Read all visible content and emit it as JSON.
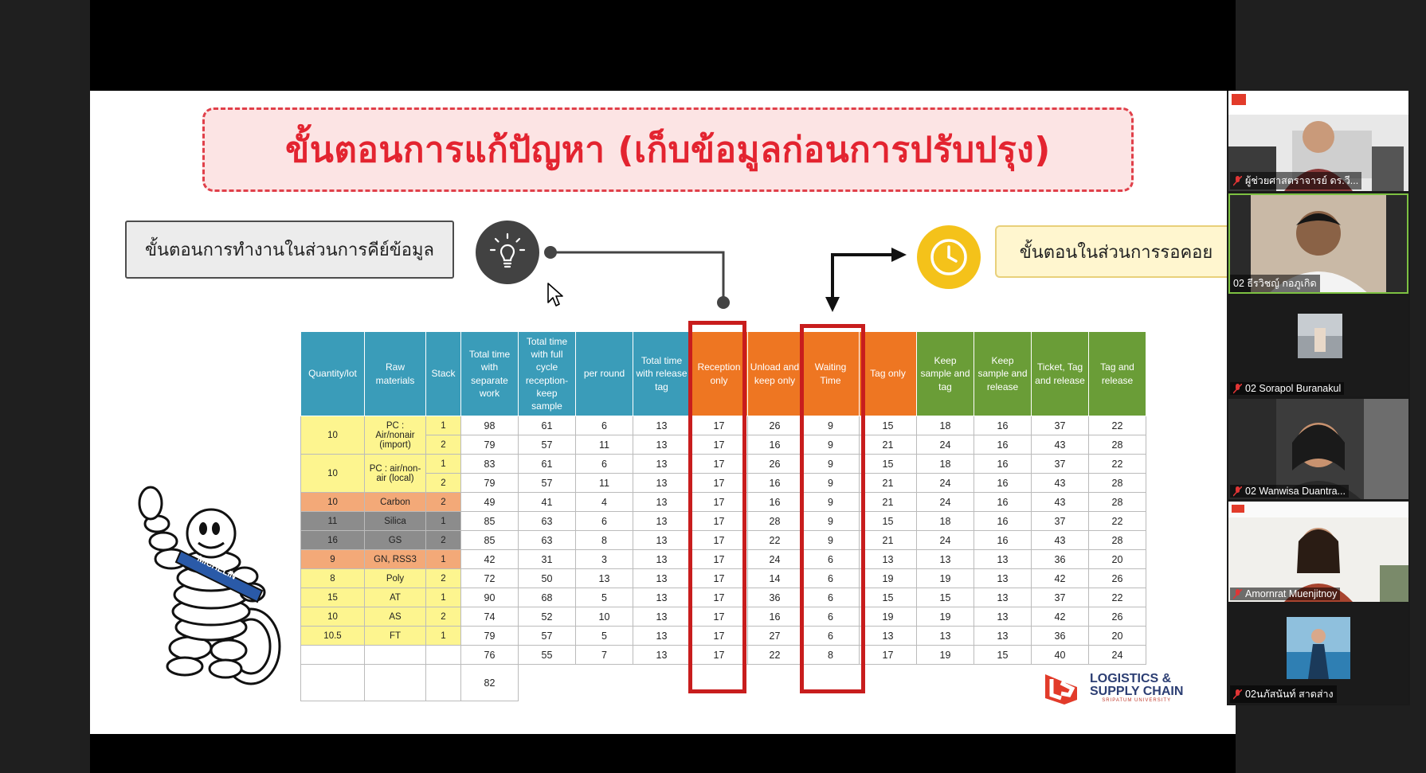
{
  "slide": {
    "title": "ขั้นตอนการแก้ปัญหา (เก็บข้อมูลก่อนการปรับปรุง)",
    "left_label": "ขั้นตอนการทำงานในส่วนการคีย์ข้อมูล",
    "right_label": "ขั้นตอนในส่วนการรอคอย",
    "mascot_text": "MICHELIN",
    "logo": {
      "line1": "LOGISTICS &",
      "line2": "SUPPLY CHAIN",
      "line3": "SRIPATUM UNIVERSITY",
      "badge": "LS"
    }
  },
  "table": {
    "headers": [
      "Quantity/lot",
      "Raw materials",
      "Stack",
      "Total time with separate work",
      "Total time with full cycle reception-keep sample",
      "per round",
      "Total time with release tag",
      "Reception only",
      "Unload and keep only",
      "Waiting Time",
      "Tag only",
      "Keep sample and tag",
      "Keep sample and release",
      "Ticket, Tag and release",
      "Tag and release"
    ],
    "header_colors": [
      "#3a9cb9",
      "#3a9cb9",
      "#3a9cb9",
      "#3a9cb9",
      "#3a9cb9",
      "#3a9cb9",
      "#3a9cb9",
      "#ee7622",
      "#ee7622",
      "#ee7622",
      "#ee7622",
      "#6a9d37",
      "#6a9d37",
      "#6a9d37",
      "#6a9d37"
    ],
    "groups": [
      {
        "qty": "10",
        "material": "PC : Air/nonair (import)",
        "color": "#fdf58f",
        "rows": [
          [
            "1",
            "98",
            "61",
            "6",
            "13",
            "17",
            "26",
            "9",
            "15",
            "18",
            "16",
            "37",
            "22"
          ],
          [
            "2",
            "79",
            "57",
            "11",
            "13",
            "17",
            "16",
            "9",
            "21",
            "24",
            "16",
            "43",
            "28"
          ]
        ]
      },
      {
        "qty": "10",
        "material": "PC : air/non-air (local)",
        "color": "#fdf58f",
        "rows": [
          [
            "1",
            "83",
            "61",
            "6",
            "13",
            "17",
            "26",
            "9",
            "15",
            "18",
            "16",
            "37",
            "22"
          ],
          [
            "2",
            "79",
            "57",
            "11",
            "13",
            "17",
            "16",
            "9",
            "21",
            "24",
            "16",
            "43",
            "28"
          ]
        ]
      },
      {
        "qty": "10",
        "material": "Carbon",
        "color": "#f3a978",
        "rows": [
          [
            "2",
            "49",
            "41",
            "4",
            "13",
            "17",
            "16",
            "9",
            "21",
            "24",
            "16",
            "43",
            "28"
          ]
        ]
      },
      {
        "qty": "11",
        "material": "Silica",
        "color": "#8c8c8c",
        "rows": [
          [
            "1",
            "85",
            "63",
            "6",
            "13",
            "17",
            "28",
            "9",
            "15",
            "18",
            "16",
            "37",
            "22"
          ]
        ]
      },
      {
        "qty": "16",
        "material": "GS",
        "color": "#8c8c8c",
        "rows": [
          [
            "2",
            "85",
            "63",
            "8",
            "13",
            "17",
            "22",
            "9",
            "21",
            "24",
            "16",
            "43",
            "28"
          ]
        ]
      },
      {
        "qty": "9",
        "material": "GN, RSS3",
        "color": "#f3a978",
        "rows": [
          [
            "1",
            "42",
            "31",
            "3",
            "13",
            "17",
            "24",
            "6",
            "13",
            "13",
            "13",
            "36",
            "20"
          ]
        ]
      },
      {
        "qty": "8",
        "material": "Poly",
        "color": "#fdf58f",
        "rows": [
          [
            "2",
            "72",
            "50",
            "13",
            "13",
            "17",
            "14",
            "6",
            "19",
            "19",
            "13",
            "42",
            "26"
          ]
        ]
      },
      {
        "qty": "15",
        "material": "AT",
        "color": "#fdf58f",
        "rows": [
          [
            "1",
            "90",
            "68",
            "5",
            "13",
            "17",
            "36",
            "6",
            "15",
            "15",
            "13",
            "37",
            "22"
          ]
        ]
      },
      {
        "qty": "10",
        "material": "AS",
        "color": "#fdf58f",
        "rows": [
          [
            "2",
            "74",
            "52",
            "10",
            "13",
            "17",
            "16",
            "6",
            "19",
            "19",
            "13",
            "42",
            "26"
          ]
        ]
      },
      {
        "qty": "10.5",
        "material": "FT",
        "color": "#fdf58f",
        "rows": [
          [
            "1",
            "79",
            "57",
            "5",
            "13",
            "17",
            "27",
            "6",
            "13",
            "13",
            "13",
            "36",
            "20"
          ]
        ]
      }
    ],
    "totals": [
      "76",
      "55",
      "7",
      "13",
      "17",
      "22",
      "8",
      "17",
      "19",
      "15",
      "40",
      "24"
    ],
    "average": "82"
  },
  "participants": [
    {
      "name": "ผู้ช่วยศาสตราจารย์ ดร.วี...",
      "muted": true
    },
    {
      "name": "02 ธีรวิชญ์ กอภูเกิด",
      "muted": false
    },
    {
      "name": "02 Sorapol Buranakul",
      "muted": true
    },
    {
      "name": "02 Wanwisa Duantra...",
      "muted": true
    },
    {
      "name": "Amornrat Muenjitnoy",
      "muted": true
    },
    {
      "name": "02นภัสนันท์ สาดส่าง",
      "muted": true
    }
  ],
  "colors": {
    "title_red": "#e32430",
    "highlight_red": "#c81d1d",
    "active_speaker": "#7dc142"
  }
}
